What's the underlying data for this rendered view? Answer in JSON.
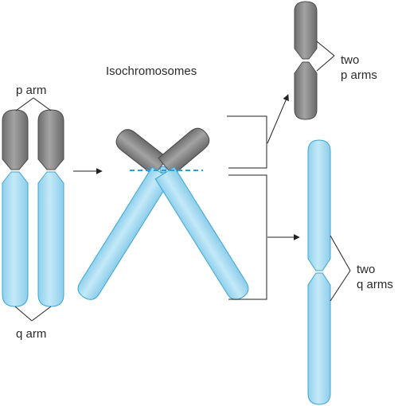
{
  "labels": {
    "title": "Isochromosomes",
    "p_arm": "p arm",
    "q_arm": "q arm",
    "two_p_line1": "two",
    "two_p_line2": "p arms",
    "two_q_line1": "two",
    "two_q_line2": "q arms"
  },
  "colors": {
    "p_arm_fill": "#8f8f8f",
    "p_arm_stroke": "#4a4a4a",
    "q_arm_fill": "#a9dcf2",
    "q_arm_stroke": "#3ca6d6",
    "split_line": "#2a9fd6",
    "line": "#222222"
  }
}
